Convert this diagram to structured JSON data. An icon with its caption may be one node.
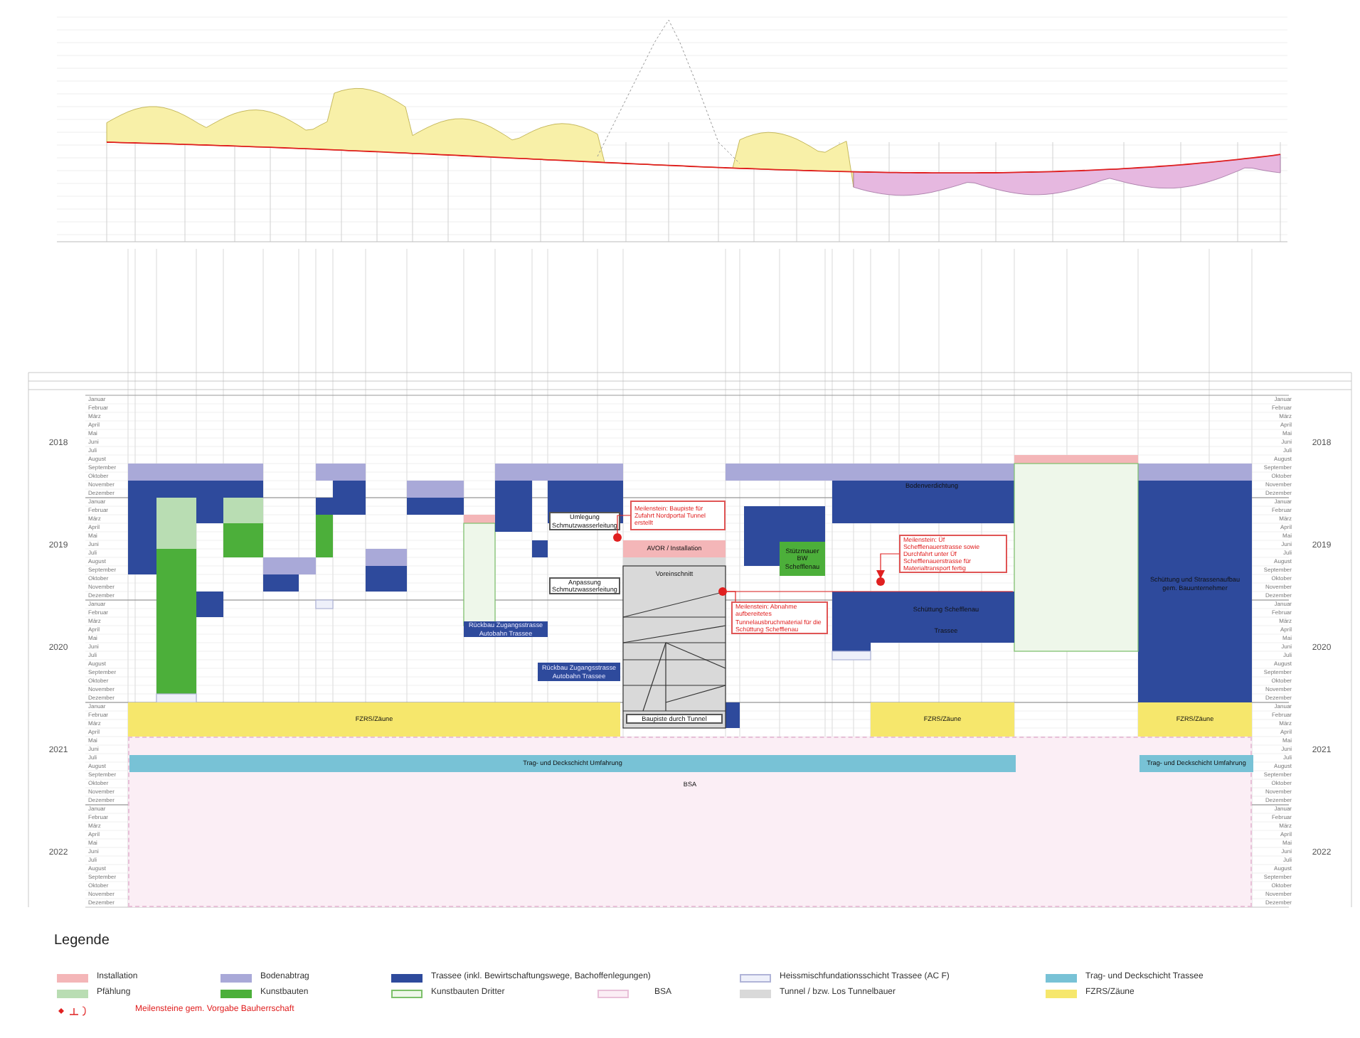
{
  "diagram": {
    "nodes": [
      {
        "text": [
          "Meilenstein: Baupiste für Zufahrt Nordportal Tunnel erstellt"
        ]
      },
      {
        "text": [],
        "shape": "circle"
      },
      {
        "text": [
          "AVOR / Installation"
        ]
      },
      {
        "text": [
          "Voreinschnitt"
        ]
      },
      {
        "text": [
          "Umlegung Schmutzwasserleitung"
        ]
      },
      {
        "text": [
          "Anpassung Schmutzwasserleitung"
        ]
      },
      {
        "text": [
          "Rückbau Zugangsstrasse Autobahn Trassee"
        ]
      },
      {
        "text": [
          "Rückbau Zugangsstrasse Autobahn Trassee"
        ]
      },
      {
        "text": [
          "Stützmauer BW Schefflenau"
        ]
      },
      {
        "text": [
          "Meilenstein: Üf Schefflenauerstrasse sowie Durchfahrt unter Üf Schefflenauerstrasse für Materialtransport fertig"
        ]
      },
      {
        "text": [],
        "shape": "circle"
      },
      {
        "text": [
          "Meilenstein: Abnahme aufbereitetes Tunnelausbruchmaterial für die Schüttung Schefflenau"
        ]
      },
      {
        "text": [],
        "shape": "circle"
      },
      {
        "text": [
          "Schüttung Schefflenau"
        ]
      },
      {
        "text": [
          "Trassee"
        ]
      },
      {
        "text": [
          "Bodenverdichtung"
        ]
      },
      {
        "text": [
          "Schüttung und Strassenaufbau gem. Bauunternehmer"
        ]
      },
      {
        "text": [
          "Baupiste durch Tunnel"
        ]
      },
      {
        "text": [
          "FZRS/Zäune"
        ]
      },
      {
        "text": [
          "FZRS/Zäune"
        ]
      },
      {
        "text": [
          "FZRS/Zäune"
        ]
      },
      {
        "text": [
          "Trag- und Deckschicht Umfahrung"
        ],
        "in": 23
      },
      {
        "text": [
          "Trag- und Deckschicht Umfahrung"
        ],
        "in": 23
      },
      {
        "text": [
          "BSA"
        ]
      }
    ],
    "edges": [
      {
        "from": 0,
        "to": 1,
        "arrow": "none"
      },
      {
        "from": 9,
        "to": 10,
        "arrow": "to"
      },
      {
        "from": 11,
        "to": 12,
        "arrow": "none"
      },
      {
        "from": 12,
        "to": null,
        "arrow": "none"
      }
    ],
    "labels": [
      "2018",
      "Januar",
      "Februar",
      "März",
      "April",
      "Mai",
      "Juni",
      "Juli",
      "August",
      "September",
      "Oktober",
      "November",
      "Dezember",
      "Januar",
      "Februar",
      "März",
      "April",
      "Mai",
      "Juni",
      "Juli",
      "August",
      "September",
      "Oktober",
      "November",
      "Dezember",
      "2018",
      "2019",
      "Januar",
      "Februar",
      "März",
      "April",
      "Mai",
      "Juni",
      "Juli",
      "August",
      "September",
      "Oktober",
      "November",
      "Dezember",
      "Januar",
      "Februar",
      "März",
      "April",
      "Mai",
      "Juni",
      "Juli",
      "August",
      "September",
      "Oktober",
      "November",
      "Dezember",
      "2019",
      "2020",
      "Januar",
      "Februar",
      "März",
      "April",
      "Mai",
      "Juni",
      "Juli",
      "August",
      "September",
      "Oktober",
      "November",
      "Dezember",
      "Januar",
      "Februar",
      "März",
      "April",
      "Mai",
      "Juni",
      "Juli",
      "August",
      "September",
      "Oktober",
      "November",
      "Dezember",
      "2020",
      "2021",
      "Januar",
      "Februar",
      "März",
      "April",
      "Mai",
      "Juni",
      "Juli",
      "August",
      "September",
      "Oktober",
      "November",
      "Dezember",
      "Januar",
      "Februar",
      "März",
      "April",
      "Mai",
      "Juni",
      "Juli",
      "August",
      "September",
      "Oktober",
      "November",
      "Dezember",
      "2021",
      "2022",
      "Januar",
      "Februar",
      "März",
      "April",
      "Mai",
      "Juni",
      "Juli",
      "August",
      "September",
      "Oktober",
      "November",
      "Dezember",
      "Januar",
      "Februar",
      "März",
      "April",
      "Mai",
      "Juni",
      "Juli",
      "August",
      "September",
      "Oktober",
      "November",
      "Dezember",
      "2022",
      "Legende"
    ],
    "legend": [
      {
        "text": "Installation",
        "color": "#f4b6b8"
      },
      {
        "text": "Bodenabtrag",
        "color": "#a9a9d8"
      },
      {
        "text": "Trassee (inkl. Bewirtschaftungswege, Bachoffenlegungen)",
        "color": "#2e4a9c"
      },
      {
        "text": "Heissmischfundationsschicht Trassee (AC F)",
        "color": "#eef0fa"
      },
      {
        "text": "Trag- und Deckschicht Trassee",
        "color": "#78c2d6"
      },
      {
        "text": "Pfählung",
        "color": "#b9ddb3"
      },
      {
        "text": "Kunstbauten",
        "color": "#4caf3a"
      },
      {
        "text": "Kunstbauten Dritter",
        "color": "#eef7ea"
      },
      {
        "text": "BSA",
        "color": "#fbeef5"
      },
      {
        "text": "Tunnel / bzw. Los Tunnelbauer",
        "color": "#d9d9d9"
      },
      {
        "text": "FZRS/Zäune",
        "color": "#f6e76c"
      },
      {
        "text": "Meilensteine gem. Vorgabe Bauherrschaft"
      }
    ]
  }
}
